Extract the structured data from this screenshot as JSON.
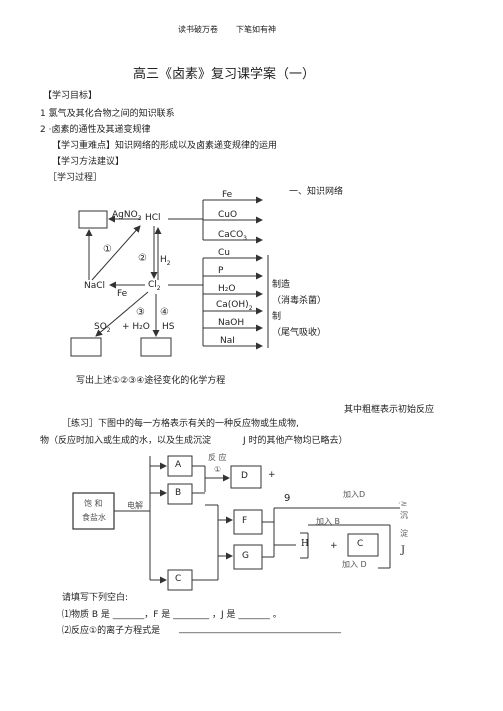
{
  "header": {
    "left": "读书破万卷",
    "right": "下笔如有神"
  },
  "title": "高三《卤素》复习课学案（一）",
  "sections": {
    "goal_label": "【学习目标】",
    "goal_1": "1 氯气及其化合物之间的知识联系",
    "goal_2": "2 ·卤素的通性及其递变规律",
    "key_points": "【学习重难点】知识网络的形成以及卤素递变规律的运用",
    "method_label": "【学习方法建议】",
    "process_label": "［学习过程］",
    "network_label": "一、知识网络"
  },
  "diagram1": {
    "agno3": "AgNO",
    "agno3_sub": "3",
    "hcl": "HCl",
    "nacl": "NaCl",
    "cl2": "Cl",
    "cl2_sub": "2",
    "h2": "H",
    "h2_sub": "2",
    "fe_left": "Fe",
    "so2": "SO",
    "so2_sub": "2",
    "h2o_left": "+ H₂O",
    "hs": "HS",
    "circ1": "①",
    "circ2": "②",
    "circ3": "③",
    "circ4": "④",
    "right_items": [
      "Fe",
      "CuO",
      "CaCO",
      "Cu",
      "P",
      "H₂O",
      "Ca(OH)",
      "NaOH",
      "NaI"
    ],
    "caco3_sub": "3",
    "caoh2_sub": "2",
    "note_1": "制造",
    "note_2": "（消毒杀菌）",
    "note_3": "制",
    "note_4": "（尾气吸收）"
  },
  "instruction": "写出上述①②③④途径变化的化学方程",
  "exercise": {
    "tail_right": "其中粗框表示初始反应",
    "line_1": "［练习］下图中的每一方格表示有关的一种反应物或生成物,",
    "line_2": "物（反应时加入或生成的水，以及生成沉淀",
    "line_2b": "J 时的其他产物均已略去）"
  },
  "diagram2": {
    "start_1": "饱 和",
    "start_2": "食盐水",
    "electrolysis": "电解",
    "A": "A",
    "B": "B",
    "C": "C",
    "D": "D",
    "F": "F",
    "G": "G",
    "H": "H",
    "C2": "C",
    "reaction_label": "反 应",
    "reaction_num": "①",
    "plus_d": "+",
    "nine": "9",
    "add_d_top": "加入D",
    "add_b": "加入 B",
    "add_d_bottom": "加入 D",
    "plus_h": "+",
    "precip_1": "沉",
    "precip_2": "淀",
    "precip_J": "J",
    "dots": "·≥"
  },
  "questions": {
    "fill_prompt": "请填写下列空白:",
    "q1": "⑴物质 B 是 _______，F 是 ________ ，J 是 _______ 。",
    "q2": "⑵反应①的离子方程式是",
    "q2_blank": "____________________________________"
  }
}
